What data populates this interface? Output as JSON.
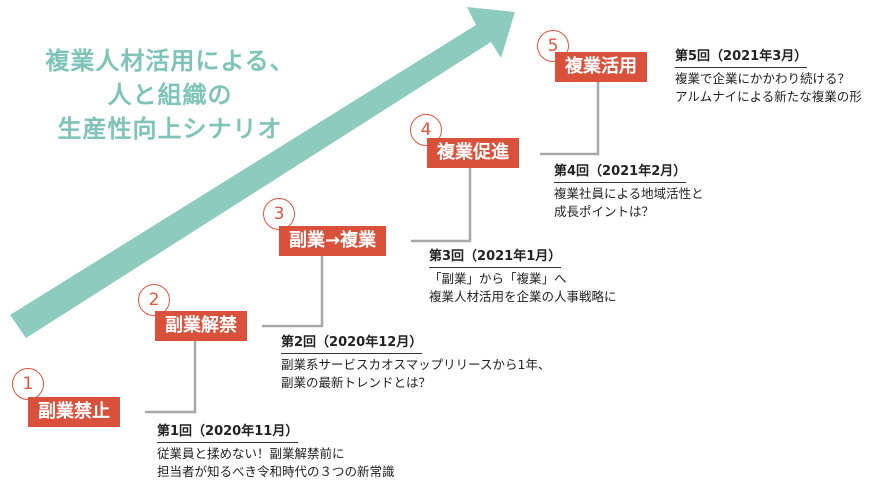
{
  "headline": [
    "複業人材活用による、",
    "人と組織の",
    "生産性向上シナリオ"
  ],
  "colors": {
    "arrow": "#8ecbbf",
    "accent": "#d9503b",
    "headline": "#7fc4b8",
    "connector": "#a8a8a8"
  },
  "steps": [
    {
      "num": "1",
      "label": "副業禁止",
      "title": "第1回（2020年11月）",
      "lines": [
        "従業員と揉めない！副業解禁前に",
        "担当者が知るべき令和時代の３つの新常識"
      ]
    },
    {
      "num": "2",
      "label": "副業解禁",
      "title": "第2回（2020年12月）",
      "lines": [
        "副業系サービスカオスマップリリースから1年、",
        "副業の最新トレンドとは？"
      ]
    },
    {
      "num": "3",
      "label": "副業→複業",
      "title": "第3回（2021年1月）",
      "lines": [
        "「副業」から「複業」へ",
        "複業人材活用を企業の人事戦略に"
      ]
    },
    {
      "num": "4",
      "label": "複業促進",
      "title": "第4回（2021年2月）",
      "lines": [
        "複業社員による地域活性と",
        "成長ポイントは？"
      ]
    },
    {
      "num": "5",
      "label": "複業活用",
      "title": "第5回（2021年3月）",
      "lines": [
        "複業で企業にかかわり続ける？",
        "アルムナイによる新たな複業の形"
      ]
    }
  ]
}
